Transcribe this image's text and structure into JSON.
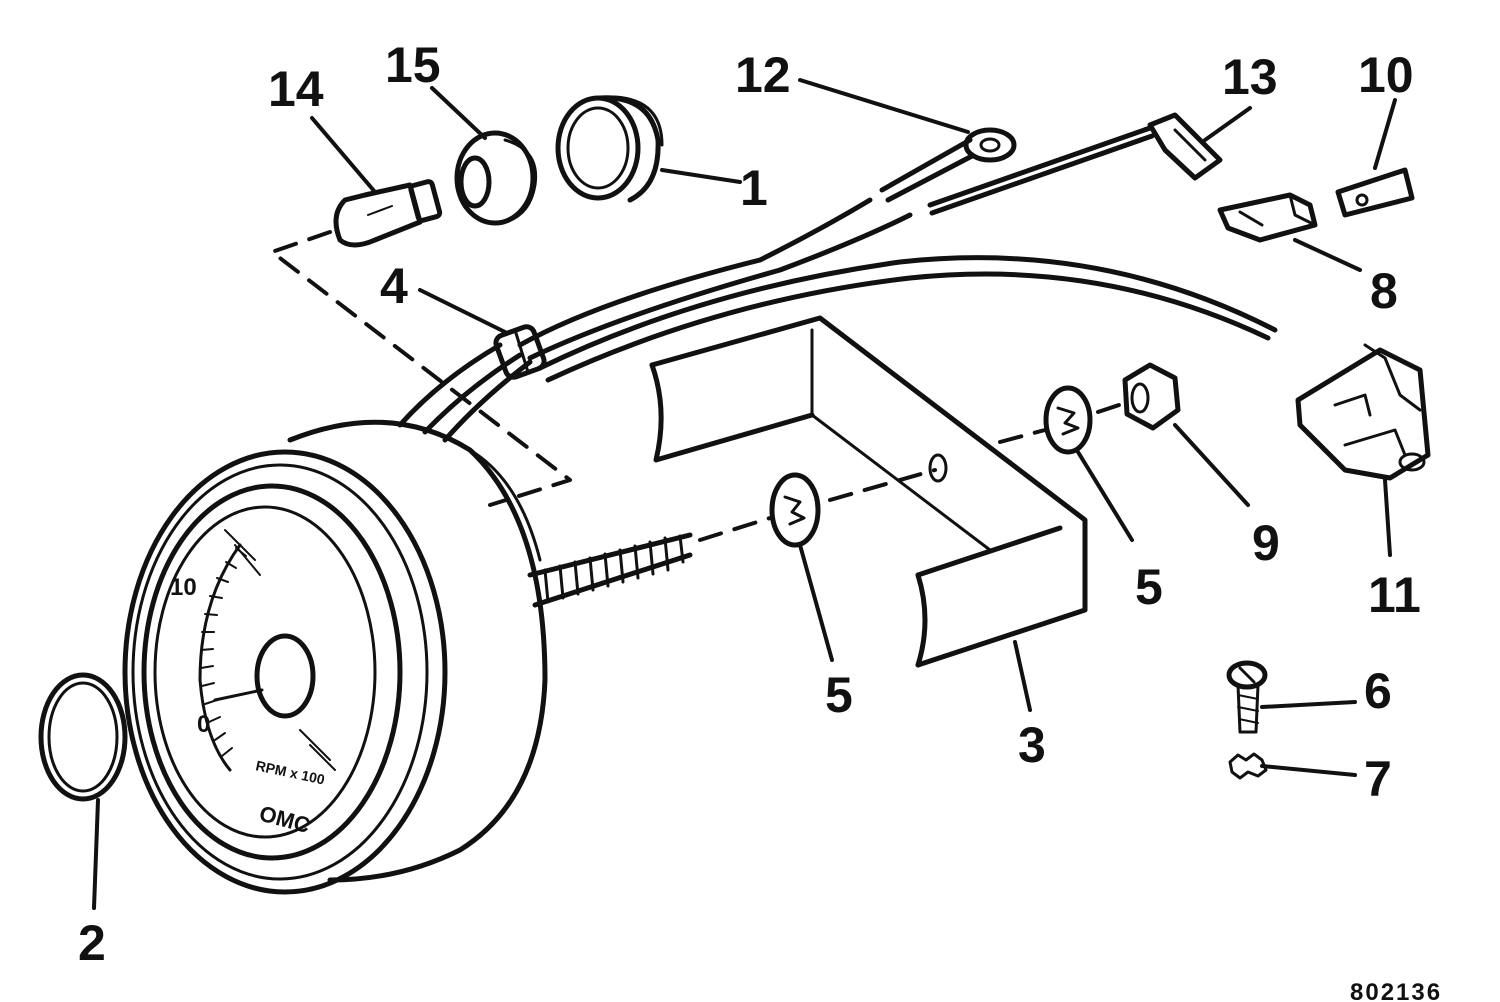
{
  "figure_number": "802136",
  "dial": {
    "brand": "OMC",
    "units": "RPM x 100",
    "scale_labels": [
      "10",
      "0"
    ]
  },
  "parts": [
    {
      "id": "p1",
      "number": "1"
    },
    {
      "id": "p2",
      "number": "2"
    },
    {
      "id": "p3",
      "number": "3"
    },
    {
      "id": "p4",
      "number": "4"
    },
    {
      "id": "p5a",
      "number": "5"
    },
    {
      "id": "p5b",
      "number": "5"
    },
    {
      "id": "p6",
      "number": "6"
    },
    {
      "id": "p7",
      "number": "7"
    },
    {
      "id": "p8",
      "number": "8"
    },
    {
      "id": "p9",
      "number": "9"
    },
    {
      "id": "p10",
      "number": "10"
    },
    {
      "id": "p11",
      "number": "11"
    },
    {
      "id": "p12",
      "number": "12"
    },
    {
      "id": "p13",
      "number": "13"
    },
    {
      "id": "p14",
      "number": "14"
    },
    {
      "id": "p15",
      "number": "15"
    }
  ],
  "colors": {
    "ink": "#111111",
    "paper": "#ffffff"
  }
}
